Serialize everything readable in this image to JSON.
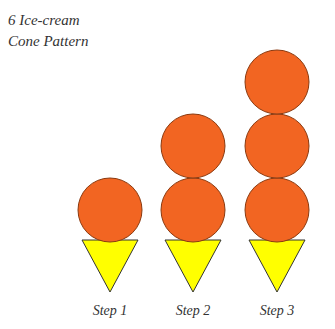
{
  "diagram": {
    "title": "6 Ice-cream Cone Pattern",
    "labels": [
      "Step 1",
      "Step 2",
      "Step 3"
    ]
  }
}
